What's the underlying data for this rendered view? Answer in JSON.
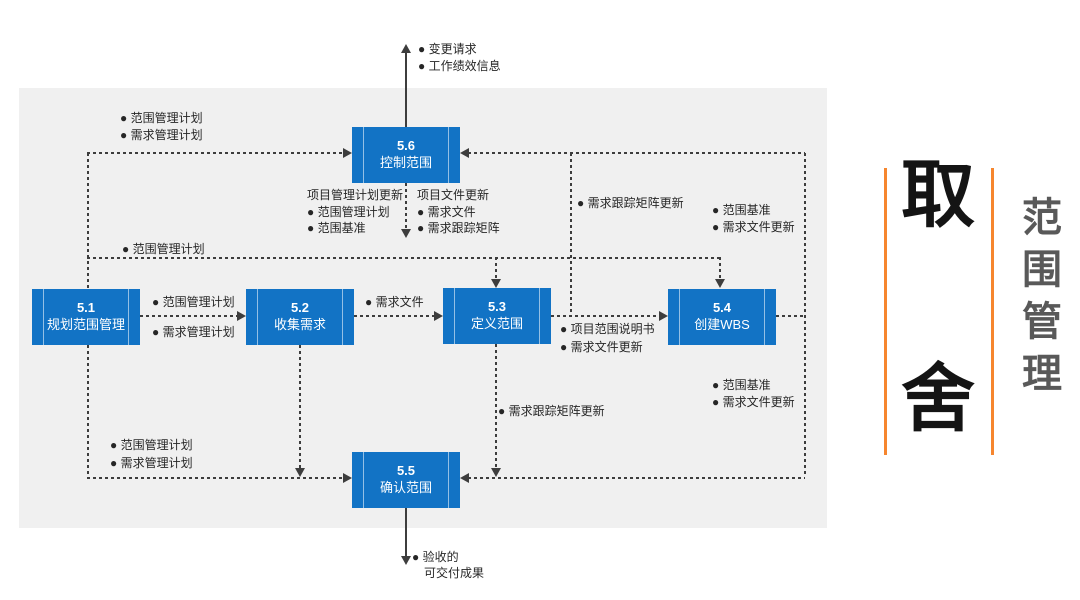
{
  "colors": {
    "box_blue": "#1273c5",
    "line_dark": "#3d3d3d",
    "panel_gray": "#f0f0f0",
    "orange": "#f6862e",
    "title_gray": "#595959",
    "big_char_black": "#141414"
  },
  "processes": {
    "p51": {
      "num": "5.1",
      "name": "规划范围管理"
    },
    "p52": {
      "num": "5.2",
      "name": "收集需求"
    },
    "p53": {
      "num": "5.3",
      "name": "定义范围"
    },
    "p54": {
      "num": "5.4",
      "name": "创建WBS"
    },
    "p55": {
      "num": "5.5",
      "name": "确认范围"
    },
    "p56": {
      "num": "5.6",
      "name": "控制范围"
    }
  },
  "labels": {
    "out51_up_1": "● 范围管理计划",
    "out51_up_2": "● 需求管理计划",
    "plan_line": "● 范围管理计划",
    "pm_update_h": "项目管理计划更新",
    "pm_update_1": "● 范围管理计划",
    "pm_update_2": "● 范围基准",
    "doc_update_h": "项目文件更新",
    "doc_update_1": "● 需求文件",
    "doc_update_2": "● 需求跟踪矩阵",
    "rtm_top": "● 需求跟踪矩阵更新",
    "base_top_1": "● 范围基准",
    "base_top_2": "● 需求文件更新",
    "mid12_a": "● 范围管理计划",
    "mid12_b": "● 需求管理计划",
    "mid23": "● 需求文件",
    "out53_1": "● 项目范围说明书",
    "out53_2": "● 需求文件更新",
    "base_bot_1": "● 范围基准",
    "base_bot_2": "● 需求文件更新",
    "rtm_bot": "● 需求跟踪矩阵更新",
    "out51_dn_1": "● 范围管理计划",
    "out51_dn_2": "● 需求管理计划",
    "top_out_1": "● 变更请求",
    "top_out_2": "● 工作绩效信息",
    "bottom_out_1": "● 验收的",
    "bottom_out_2": "可交付成果"
  },
  "side": {
    "char_top": "取",
    "char_bottom": "舍",
    "vertical_title": "范围管理"
  }
}
